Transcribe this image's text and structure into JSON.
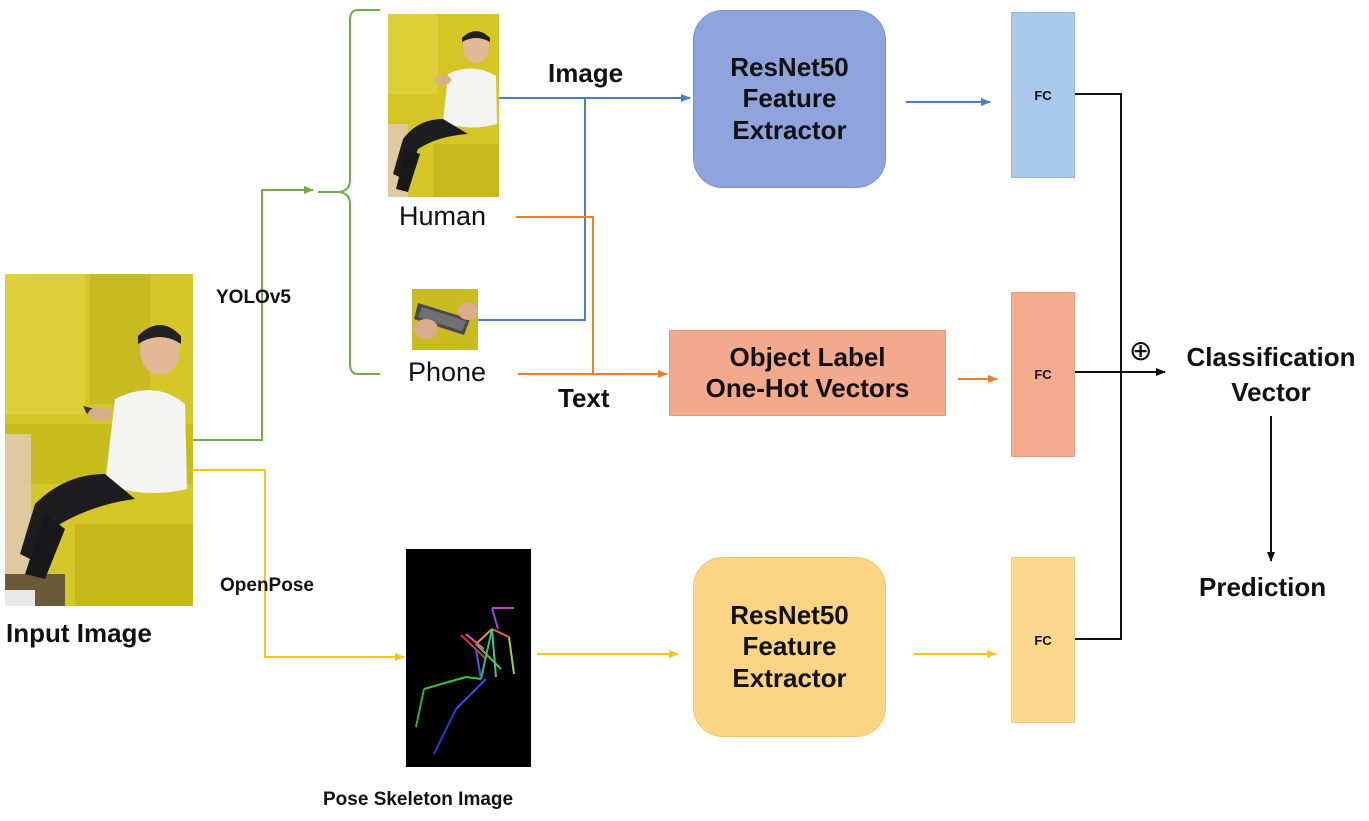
{
  "diagram": {
    "input_label": "Input Image",
    "yolo_label": "YOLOv5",
    "openpose_label": "OpenPose",
    "human_label": "Human",
    "phone_label": "Phone",
    "image_label": "Image",
    "text_label": "Text",
    "resnet_top_label": "ResNet50\nFeature\nExtractor",
    "object_label_box": "Object Label\nOne-Hot Vectors",
    "resnet_bottom_label": "ResNet50\nFeature\nExtractor",
    "fc_label": "FC",
    "concat_symbol": "⊕",
    "classification_label": "Classification\nVector",
    "prediction_label": "Prediction",
    "pose_label": "Pose Skeleton Image"
  },
  "colors": {
    "green": "#70ad47",
    "yellow": "#f5c518",
    "orange": "#ed7d31",
    "blue": "#4a7ec4",
    "black": "#111111",
    "resnet_blue": "#8fa4dc",
    "fc_blue": "#a9c8ec",
    "object_orange": "#f3a98c",
    "fc_orange": "#f4ab8e",
    "resnet_yellow": "#fcd584",
    "fc_yellow": "#fcd98d"
  }
}
